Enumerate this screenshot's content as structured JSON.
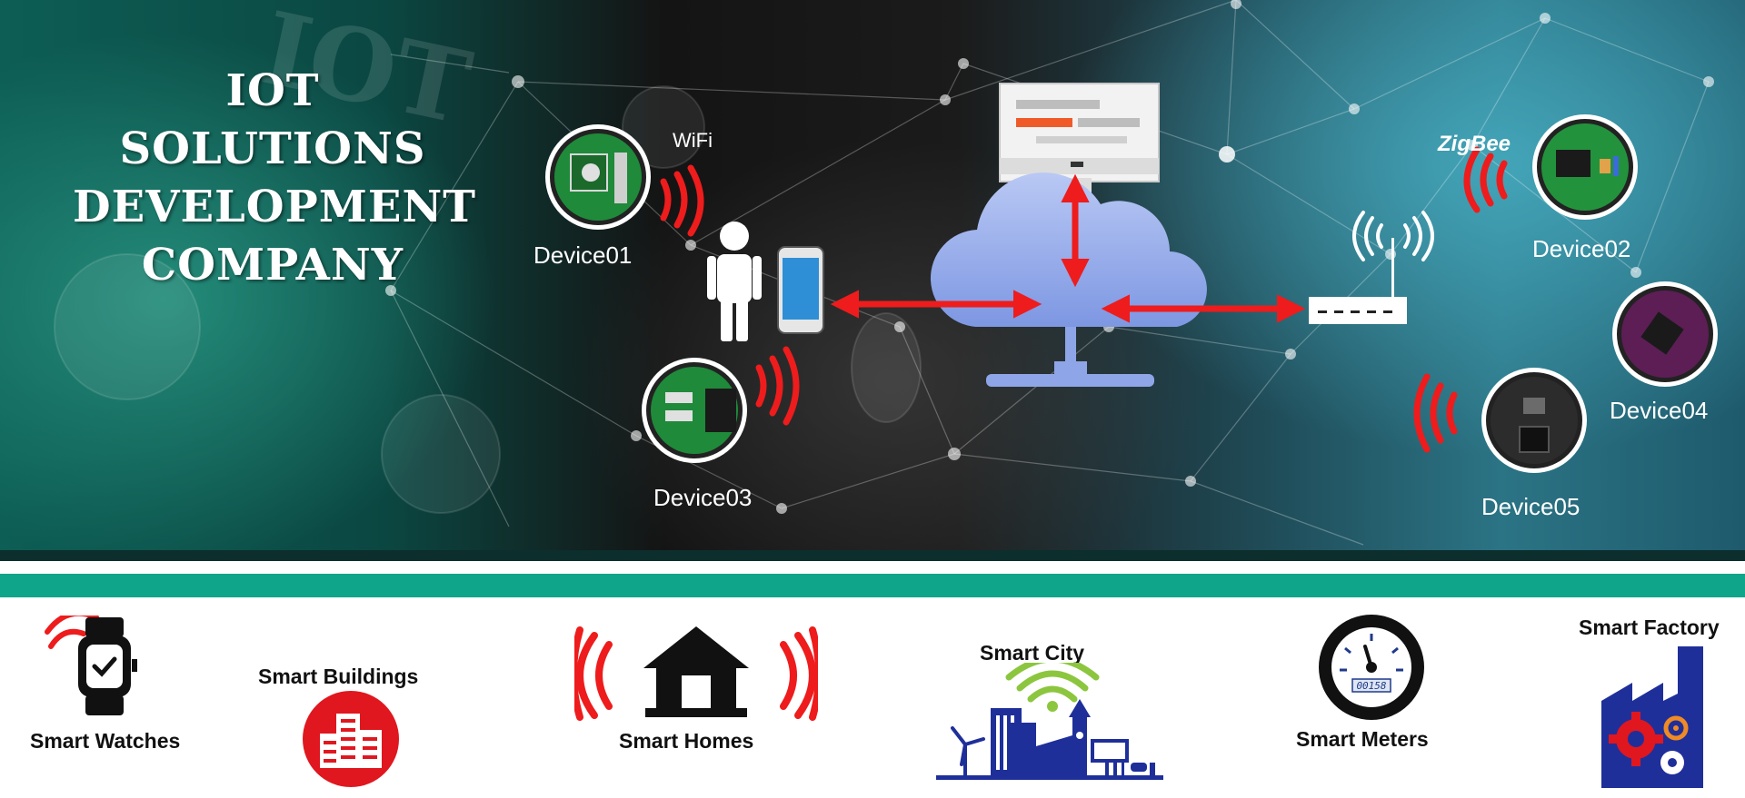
{
  "banner": {
    "title_lines": [
      "IOT SOLUTIONS",
      "DEVELOPMENT",
      "COMPANY"
    ],
    "protocols": {
      "wifi": "WiFi",
      "zigbee": "ZigBee"
    },
    "devices": [
      "Device01",
      "Device02",
      "Device03",
      "Device04",
      "Device05"
    ]
  },
  "categories": [
    {
      "label": "Smart Watches",
      "icon": "smart-watch-icon"
    },
    {
      "label": "Smart Buildings",
      "icon": "building-icon"
    },
    {
      "label": "Smart Homes",
      "icon": "house-icon"
    },
    {
      "label": "Smart City",
      "icon": "city-icon"
    },
    {
      "label": "Smart Meters",
      "icon": "meter-icon"
    },
    {
      "label": "Smart Factory",
      "icon": "factory-icon"
    }
  ],
  "meter_reading": "00158",
  "colors": {
    "accent_red": "#e3000f",
    "teal_strip": "#0ea58a",
    "cloud_blue": "#8ea6e8",
    "navy_icon": "#1f2f9a",
    "dark_banner": "#141414"
  }
}
